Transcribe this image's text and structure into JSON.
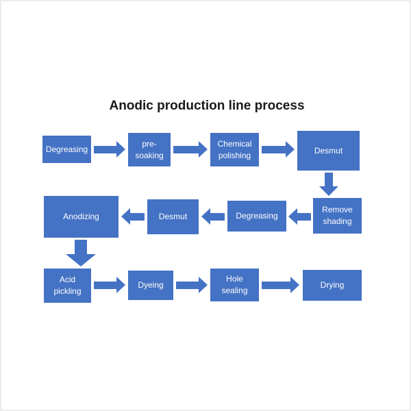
{
  "title": "Anodic production line process",
  "colors": {
    "box": "#4472C4",
    "box_text": "#ffffff",
    "title_text": "#1a1a1a"
  },
  "steps": {
    "row1": [
      "Degreasing",
      "pre-soaking",
      "Chemical polishing",
      "Desmut"
    ],
    "row2": [
      "Anodizing",
      "Desmut",
      "Degreasing",
      "Remove shading"
    ],
    "row3": [
      "Acid pickling",
      "Dyeing",
      "Hole sealing",
      "Drying"
    ]
  },
  "process_sequence": [
    "Degreasing",
    "pre-soaking",
    "Chemical polishing",
    "Desmut",
    "Remove shading",
    "Degreasing",
    "Desmut",
    "Anodizing",
    "Acid pickling",
    "Dyeing",
    "Hole sealing",
    "Drying"
  ],
  "connections": [
    {
      "from": "Degreasing",
      "to": "pre-soaking",
      "direction": "right"
    },
    {
      "from": "pre-soaking",
      "to": "Chemical polishing",
      "direction": "right"
    },
    {
      "from": "Chemical polishing",
      "to": "Desmut",
      "direction": "right"
    },
    {
      "from": "Desmut",
      "to": "Remove shading",
      "direction": "down"
    },
    {
      "from": "Remove shading",
      "to": "Degreasing",
      "direction": "left"
    },
    {
      "from": "Degreasing",
      "to": "Desmut",
      "direction": "left"
    },
    {
      "from": "Desmut",
      "to": "Anodizing",
      "direction": "left"
    },
    {
      "from": "Anodizing",
      "to": "Acid pickling",
      "direction": "down"
    },
    {
      "from": "Acid pickling",
      "to": "Dyeing",
      "direction": "right"
    },
    {
      "from": "Dyeing",
      "to": "Hole sealing",
      "direction": "right"
    },
    {
      "from": "Hole sealing",
      "to": "Drying",
      "direction": "right"
    }
  ]
}
